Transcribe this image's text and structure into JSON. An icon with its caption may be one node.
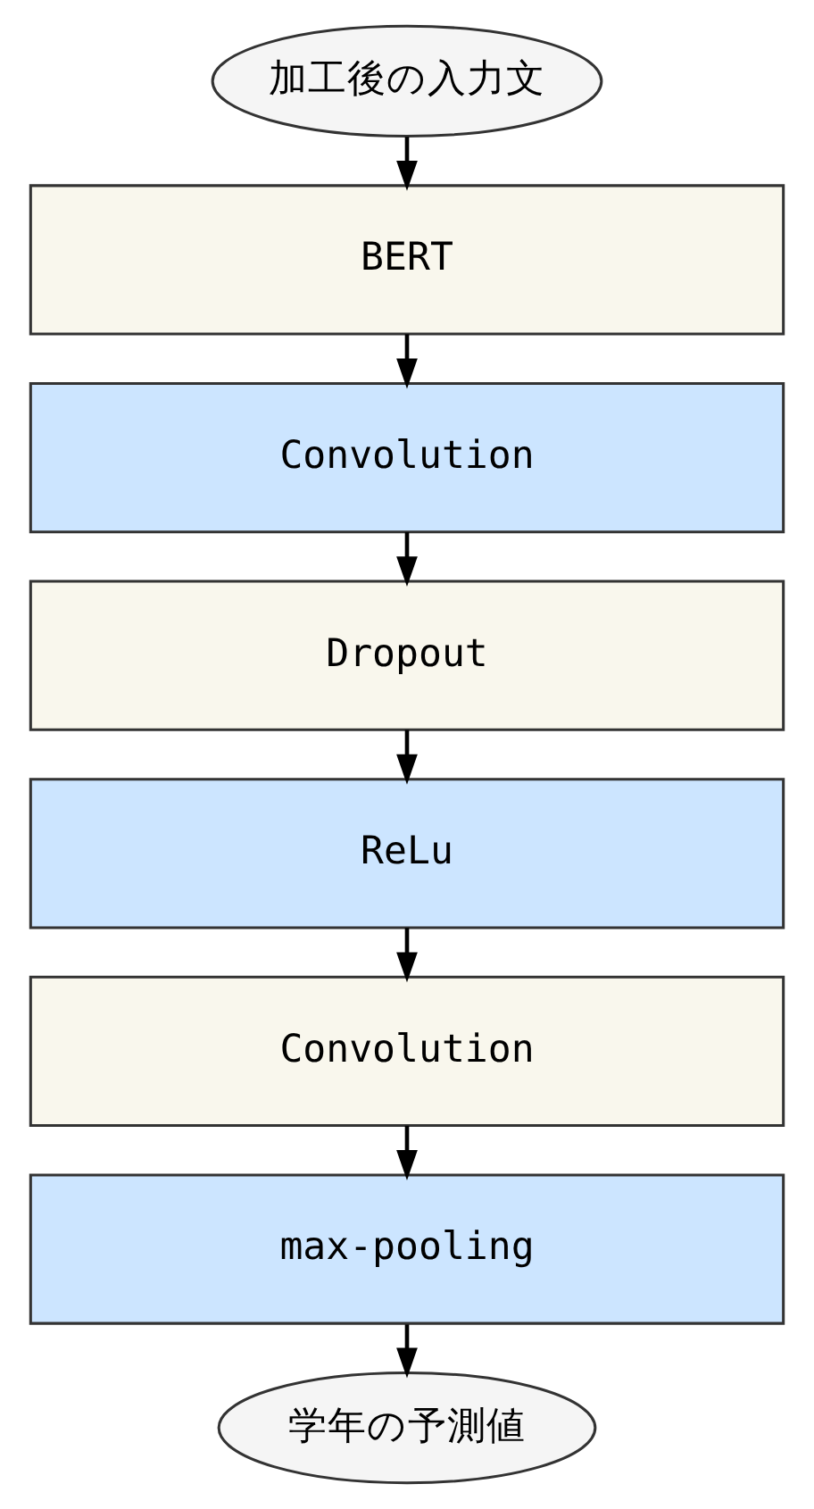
{
  "diagram": {
    "nodes": [
      {
        "text": [
          "加工後の入力文"
        ]
      },
      {
        "text": [
          "BERT"
        ]
      },
      {
        "text": [
          "Convolution"
        ]
      },
      {
        "text": [
          "Dropout"
        ]
      },
      {
        "text": [
          "ReLu"
        ]
      },
      {
        "text": [
          "Convolution"
        ]
      },
      {
        "text": [
          "max-pooling"
        ]
      },
      {
        "text": [
          "学年の予測値"
        ]
      }
    ],
    "edges": [
      {
        "from": 0,
        "to": 1,
        "arrow": "to"
      },
      {
        "from": 1,
        "to": 2,
        "arrow": "to"
      },
      {
        "from": 2,
        "to": 3,
        "arrow": "to"
      },
      {
        "from": 3,
        "to": 4,
        "arrow": "to"
      },
      {
        "from": 4,
        "to": 5,
        "arrow": "to"
      },
      {
        "from": 5,
        "to": 6,
        "arrow": "to"
      },
      {
        "from": 6,
        "to": 7,
        "arrow": "to"
      }
    ]
  }
}
